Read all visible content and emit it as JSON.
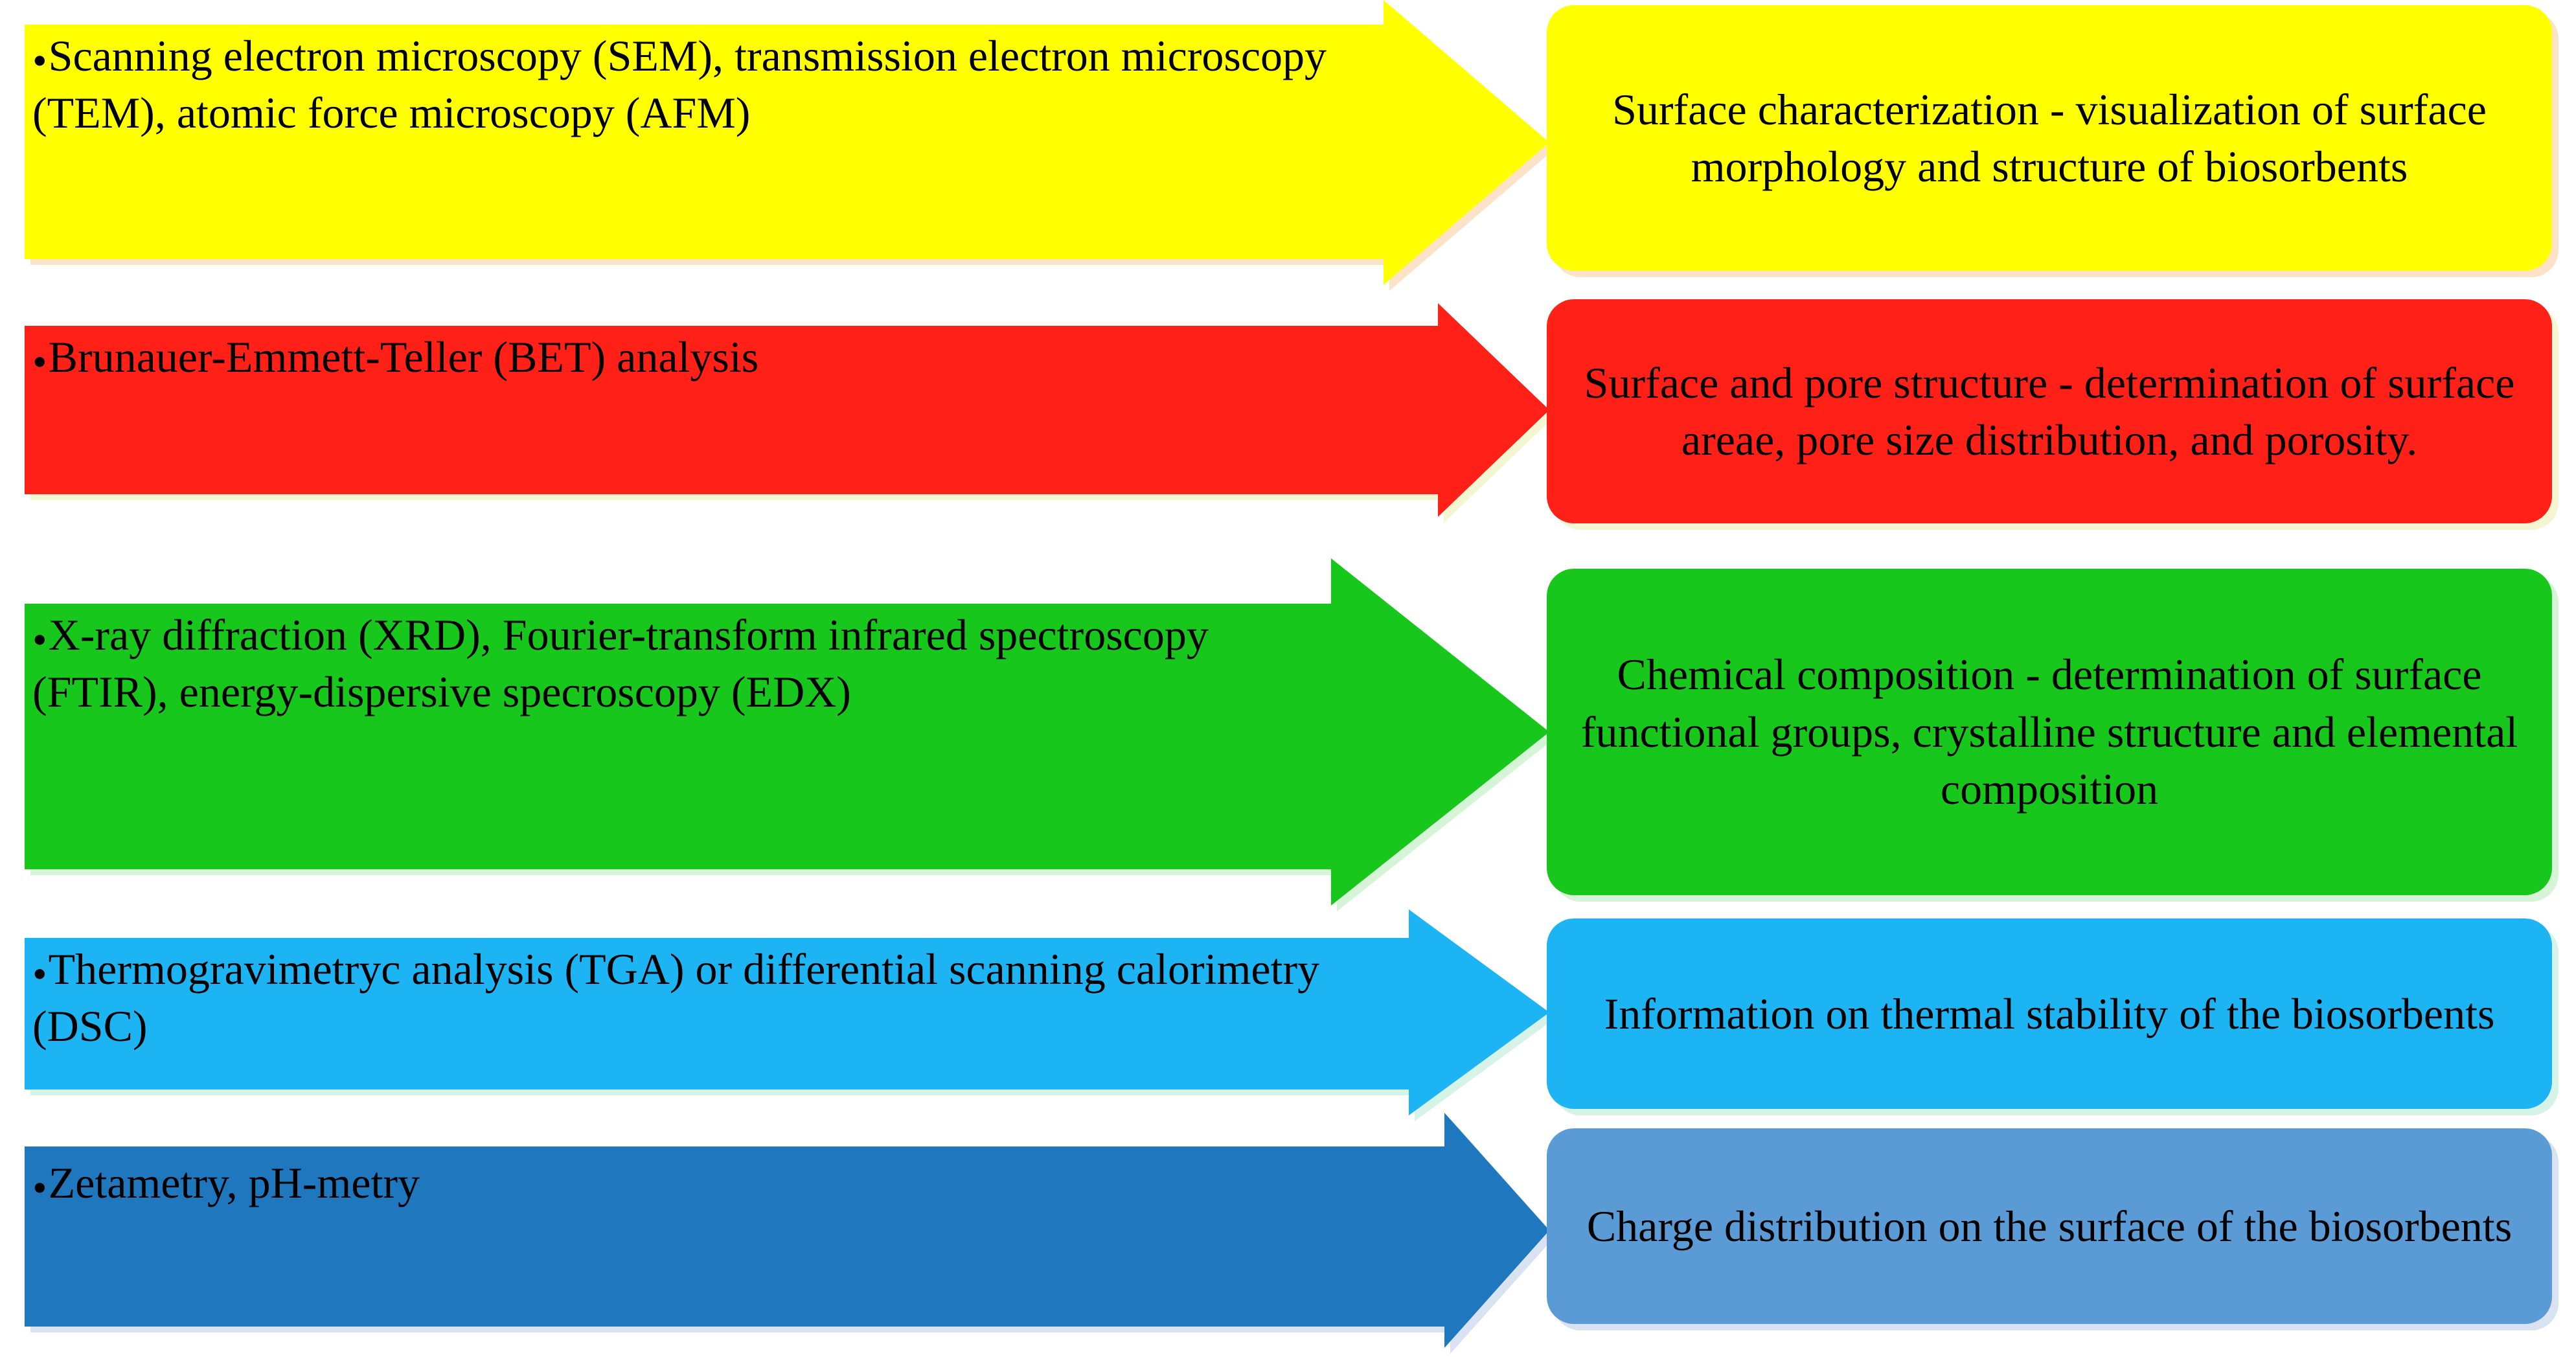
{
  "diagram": {
    "type": "process-flow",
    "orientation": "left-to-right",
    "background_color": "#ffffff",
    "text_color": "#000000",
    "rows": [
      {
        "id": "row-sem-tem-afm",
        "color": "#FFFF00",
        "shadow_color": "#FBE2C8",
        "bullet": "•",
        "arrow_text": "Scanning electron microscopy (SEM), transmission electron microscopy (TEM), atomic force microscopy (AFM)",
        "box_text": "Surface characterization - visualization of surface morphology and structure of biosorbents"
      },
      {
        "id": "row-bet",
        "color": "#FF2018",
        "shadow_color": "#F4F6D2",
        "bullet": "•",
        "arrow_text": "Brunauer-Emmett-Teller (BET) analysis",
        "box_text": "Surface and pore structure - determination of surface areae, pore size distribution, and porosity."
      },
      {
        "id": "row-xrd-ftir-edx",
        "color": "#18C71C",
        "shadow_color": "#D6F5D6",
        "bullet": "•",
        "arrow_text": "X-ray diffraction (XRD), Fourier-transform infrared spectroscopy (FTIR), energy-dispersive specroscopy (EDX)",
        "box_text": "Chemical composition - determination of surface functional groups, crystalline structure and elemental composition"
      },
      {
        "id": "row-tga-dsc",
        "color": "#1CB4F2",
        "shadow_color": "#D6F3E8",
        "bullet": "•",
        "arrow_text": "Thermogravimetryc analysis (TGA) or differential scanning calorimetry (DSC)",
        "box_text": "Information on thermal stability of the biosorbents"
      },
      {
        "id": "row-zetametry",
        "color": "#1F77BE",
        "box_color": "#5B9BD5",
        "shadow_color": "#D9E2F0",
        "bullet": "•",
        "arrow_text": "Zetametry, pH-metry",
        "box_text": "Charge distribution on the surface of the biosorbents"
      }
    ]
  }
}
